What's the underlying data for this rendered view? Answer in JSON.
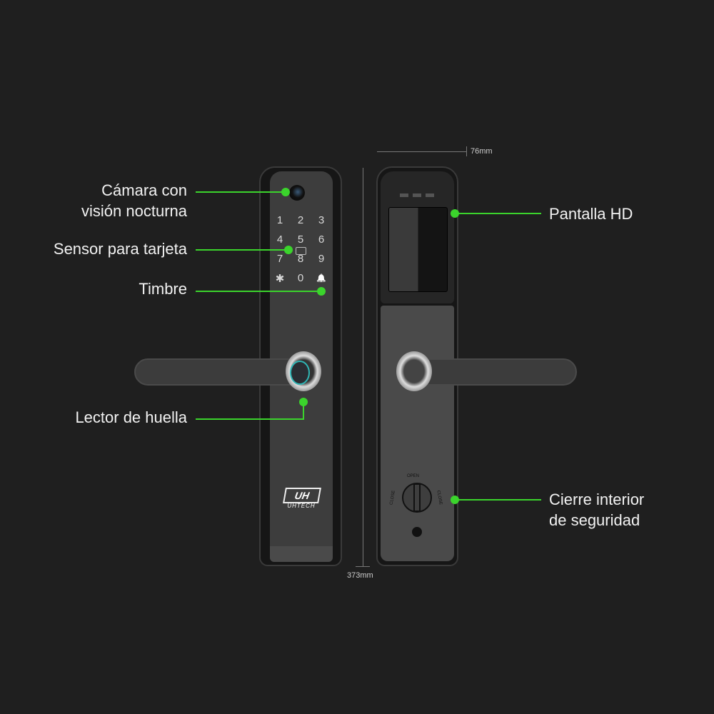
{
  "callouts": {
    "camera": {
      "line1": "Cámara con",
      "line2": "visión nocturna"
    },
    "card_sensor": "Sensor para tarjeta",
    "doorbell": "Timbre",
    "fingerprint": "Lector de huella",
    "screen": "Pantalla HD",
    "lock": {
      "line1": "Cierre interior",
      "line2": "de seguridad"
    }
  },
  "dimensions": {
    "width": "76mm",
    "height": "373mm"
  },
  "keypad": {
    "keys": [
      "1",
      "2",
      "3",
      "4",
      "5",
      "6",
      "7",
      "8",
      "9",
      "✱",
      "0",
      "🔔"
    ]
  },
  "knob": {
    "open": "OPEN",
    "close_left": "CLOSE",
    "close_right": "CLOSE"
  },
  "brand": {
    "logo": "UH",
    "name": "UHTECH"
  },
  "colors": {
    "accent": "#3bd42c",
    "background": "#1f1f1f"
  }
}
